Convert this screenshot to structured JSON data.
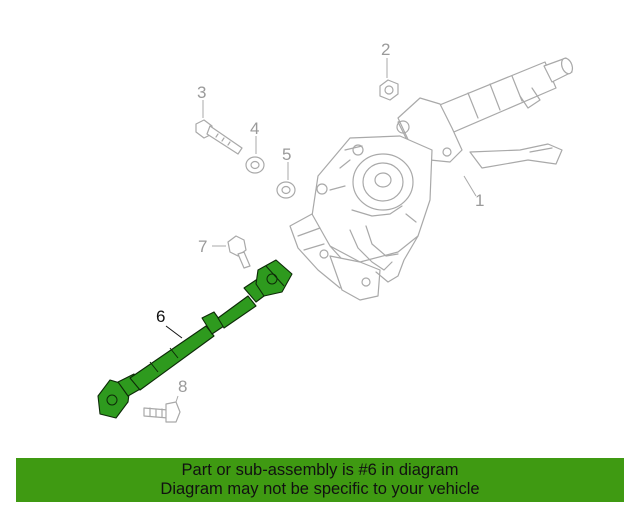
{
  "diagram": {
    "callouts": [
      "1",
      "2",
      "3",
      "4",
      "5",
      "6",
      "7",
      "8"
    ],
    "highlighted_part": "6",
    "highlight_color": "#3f9a12"
  },
  "banner": {
    "line1": "Part or sub-assembly is #6 in diagram",
    "line2": "Diagram may not be specific to your vehicle"
  }
}
